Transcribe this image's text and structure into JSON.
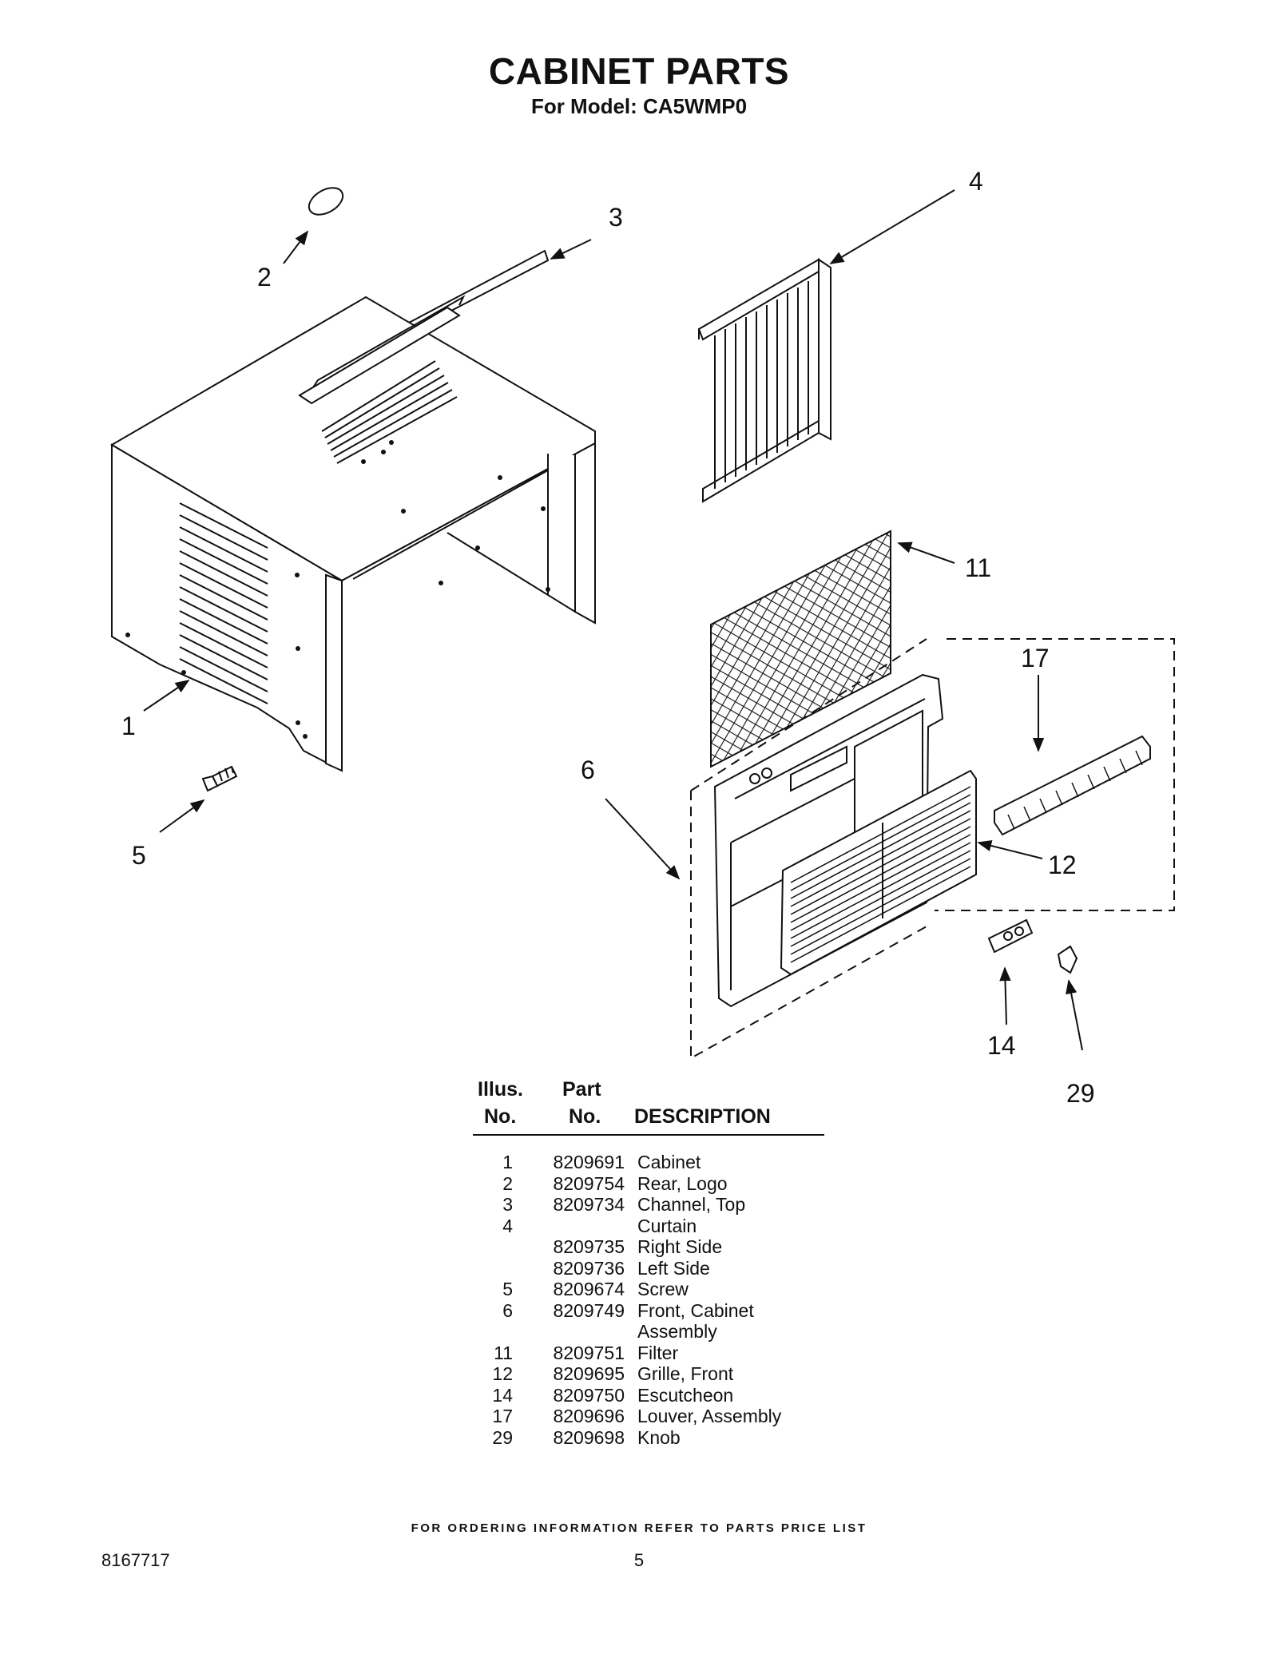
{
  "header": {
    "title": "CABINET PARTS",
    "subtitle": "For Model: CA5WMP0"
  },
  "callouts": [
    "1",
    "2",
    "3",
    "4",
    "5",
    "6",
    "11",
    "12",
    "14",
    "17",
    "29"
  ],
  "table": {
    "col_illus_1": "Illus.",
    "col_illus_2": "No.",
    "col_part_1": "Part",
    "col_part_2": "No.",
    "col_desc": "DESCRIPTION",
    "rows": [
      {
        "illus": "1",
        "part": "8209691",
        "desc": "Cabinet"
      },
      {
        "illus": "2",
        "part": "8209754",
        "desc": "Rear, Logo"
      },
      {
        "illus": "3",
        "part": "8209734",
        "desc": "Channel, Top"
      },
      {
        "illus": "4",
        "part": "",
        "desc": "Curtain"
      },
      {
        "illus": "",
        "part": "8209735",
        "desc": "Right Side"
      },
      {
        "illus": "",
        "part": "8209736",
        "desc": "Left Side"
      },
      {
        "illus": "5",
        "part": "8209674",
        "desc": "Screw"
      },
      {
        "illus": "6",
        "part": "8209749",
        "desc": "Front, Cabinet"
      },
      {
        "illus": "",
        "part": "",
        "desc": "Assembly"
      },
      {
        "illus": "11",
        "part": "8209751",
        "desc": "Filter"
      },
      {
        "illus": "12",
        "part": "8209695",
        "desc": "Grille, Front"
      },
      {
        "illus": "14",
        "part": "8209750",
        "desc": "Escutcheon"
      },
      {
        "illus": "17",
        "part": "8209696",
        "desc": "Louver, Assembly"
      },
      {
        "illus": "29",
        "part": "8209698",
        "desc": "Knob"
      }
    ]
  },
  "footer": {
    "note": "FOR ORDERING INFORMATION REFER TO PARTS PRICE LIST",
    "doc_number": "8167717",
    "page_number": "5"
  }
}
